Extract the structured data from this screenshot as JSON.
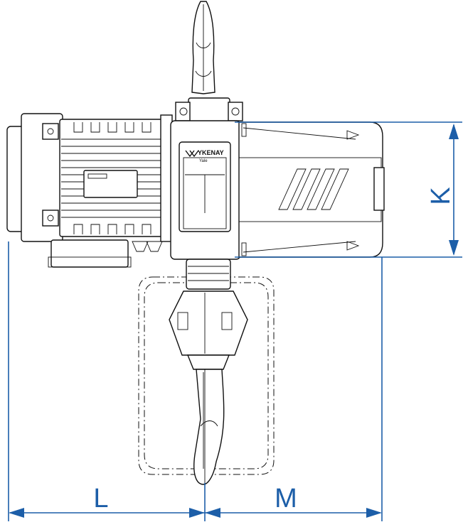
{
  "dimensions": {
    "k_label": "K",
    "l_label": "L",
    "m_label": "M",
    "color": "#1c5ea8"
  },
  "brand_text": "YKENAY",
  "brand_subtext": "Yale"
}
